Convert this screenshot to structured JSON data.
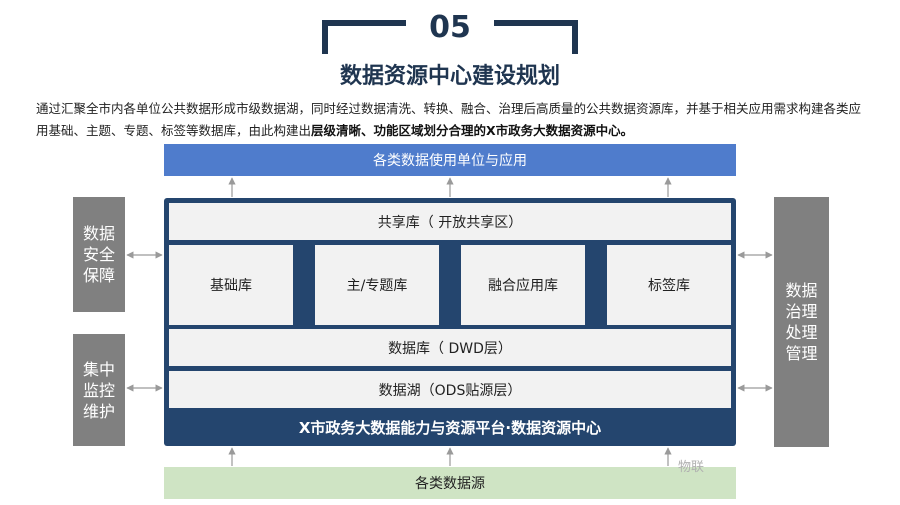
{
  "header": {
    "section_number": "05",
    "title": "数据资源中心建设规划"
  },
  "intro": {
    "text_plain": "通过汇聚全市内各单位公共数据形成市级数据湖，同时经过数据清洗、转换、融合、治理后高质量的公共数据资源库，并基于相关应用需求构建各类应用基础、主题、专题、标签等数据库，由此构建出",
    "text_bold": "层级清晰、功能区域划分合理的X市政务大数据资源中心。"
  },
  "diagram": {
    "top_bar": "各类数据使用单位与应用",
    "shared_layer": "共享库（ 开放共享区）",
    "libraries": [
      "基础库",
      "主/专题库",
      "融合应用库",
      "标签库"
    ],
    "dwd_layer": "数据库（ DWD层）",
    "ods_layer": "数据湖（ODS贴源层）",
    "platform_label": "X市政务大数据能力与资源平台·数据资源中心",
    "bottom_bar": "各类数据源",
    "side_left_top": "数据安全保障",
    "side_left_bottom": "集中监控维护",
    "side_right": "数据治理处理管理"
  },
  "watermark": "物联",
  "colors": {
    "navy": "#1f3550",
    "frame": "#24456e",
    "top_bar": "#4f7ccc",
    "bottom_bar": "#cfe4c4",
    "side_panel": "#808080",
    "cell": "#f2f2f2"
  }
}
